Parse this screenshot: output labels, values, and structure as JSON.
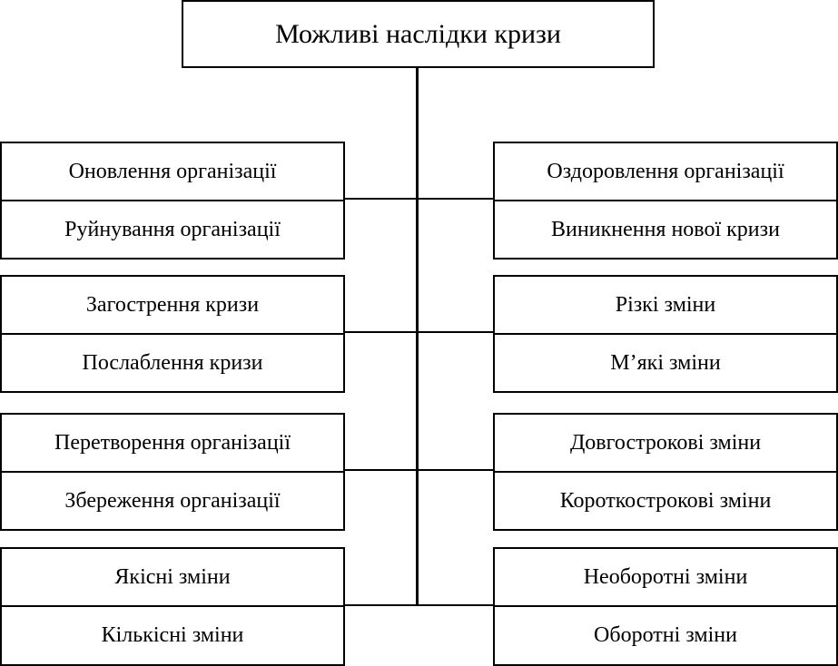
{
  "root": {
    "label": "Можливі наслідки кризи"
  },
  "pairs_left": [
    {
      "top": "Оновлення організації",
      "bottom": "Руйнування організації"
    },
    {
      "top": "Загострення кризи",
      "bottom": "Послаблення кризи"
    },
    {
      "top": "Перетворення організації",
      "bottom": "Збереження організації"
    },
    {
      "top": "Якісні зміни",
      "bottom": "Кількісні зміни"
    }
  ],
  "pairs_right": [
    {
      "top": "Оздоровлення організації",
      "bottom": "Виникнення нової кризи"
    },
    {
      "top": "Різкі зміни",
      "bottom": "М’які зміни"
    },
    {
      "top": "Довгострокові зміни",
      "bottom": "Короткострокові зміни"
    },
    {
      "top": "Необоротні зміни",
      "bottom": "Оборотні зміни"
    }
  ]
}
